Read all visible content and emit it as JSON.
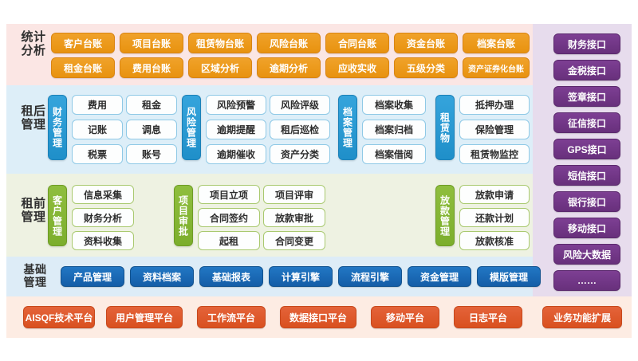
{
  "sections": {
    "statistics": {
      "label": "统计分析",
      "row1": [
        "客户台账",
        "项目台账",
        "租赁物台账",
        "风险台账",
        "合同台账",
        "资金台账",
        "档案台账"
      ],
      "row2": [
        "租金台账",
        "费用台账",
        "区域分析",
        "逾期分析",
        "应收实收",
        "五级分类",
        "资产证券化台账"
      ],
      "color": "#e8920f",
      "background": "#fbe6e4"
    },
    "post_lease": {
      "label": "租后管理",
      "background": "#ddeef8",
      "color": "#1f8fc9",
      "groups": [
        {
          "title": "财务管理",
          "items": [
            "费用",
            "租金",
            "记账",
            "调息",
            "税票",
            "账号"
          ],
          "cols": 2
        },
        {
          "title": "风险管理",
          "items": [
            "风险预警",
            "风险评级",
            "逾期提醒",
            "租后巡检",
            "逾期催收",
            "资产分类"
          ],
          "cols": 2
        },
        {
          "title": "档案管理",
          "items": [
            "档案收集",
            "档案归档",
            "档案借阅"
          ],
          "cols": 1
        },
        {
          "title": "租赁物",
          "items": [
            "抵押办理",
            "保险管理",
            "租赁物监控"
          ],
          "cols": 1
        }
      ]
    },
    "pre_lease": {
      "label": "租前管理",
      "background": "#eef2e2",
      "color": "#7cae2c",
      "groups": [
        {
          "title": "客户管理",
          "items": [
            "信息采集",
            "财务分析",
            "资料收集"
          ],
          "cols": 1
        },
        {
          "title": "项目审批",
          "items": [
            "项目立项",
            "项目评审",
            "合同签约",
            "放款审批",
            "起租",
            "合同变更"
          ],
          "cols": 2
        },
        {
          "title": "放款管理",
          "items": [
            "放款申请",
            "还款计划",
            "放款核准"
          ],
          "cols": 1
        }
      ]
    },
    "base": {
      "label": "基础管理",
      "background": "#ddecf7",
      "color": "#145da7",
      "items": [
        "产品管理",
        "资料档案",
        "基础报表",
        "计算引擎",
        "流程引擎",
        "资金管理",
        "模版管理"
      ]
    },
    "interfaces": {
      "background": "#e7dced",
      "color": "#68307c",
      "items": [
        "财务接口",
        "金税接口",
        "签章接口",
        "征信接口",
        "GPS接口",
        "短信接口",
        "银行接口",
        "移动接口",
        "风险大数据",
        "……"
      ]
    },
    "platforms": {
      "background": "#fdece3",
      "color": "#d9501f",
      "items": [
        "AISQF技术平台",
        "用户管理平台",
        "工作流平台",
        "数据接口平台",
        "移动平台",
        "日志平台",
        "业务功能扩展"
      ]
    }
  }
}
